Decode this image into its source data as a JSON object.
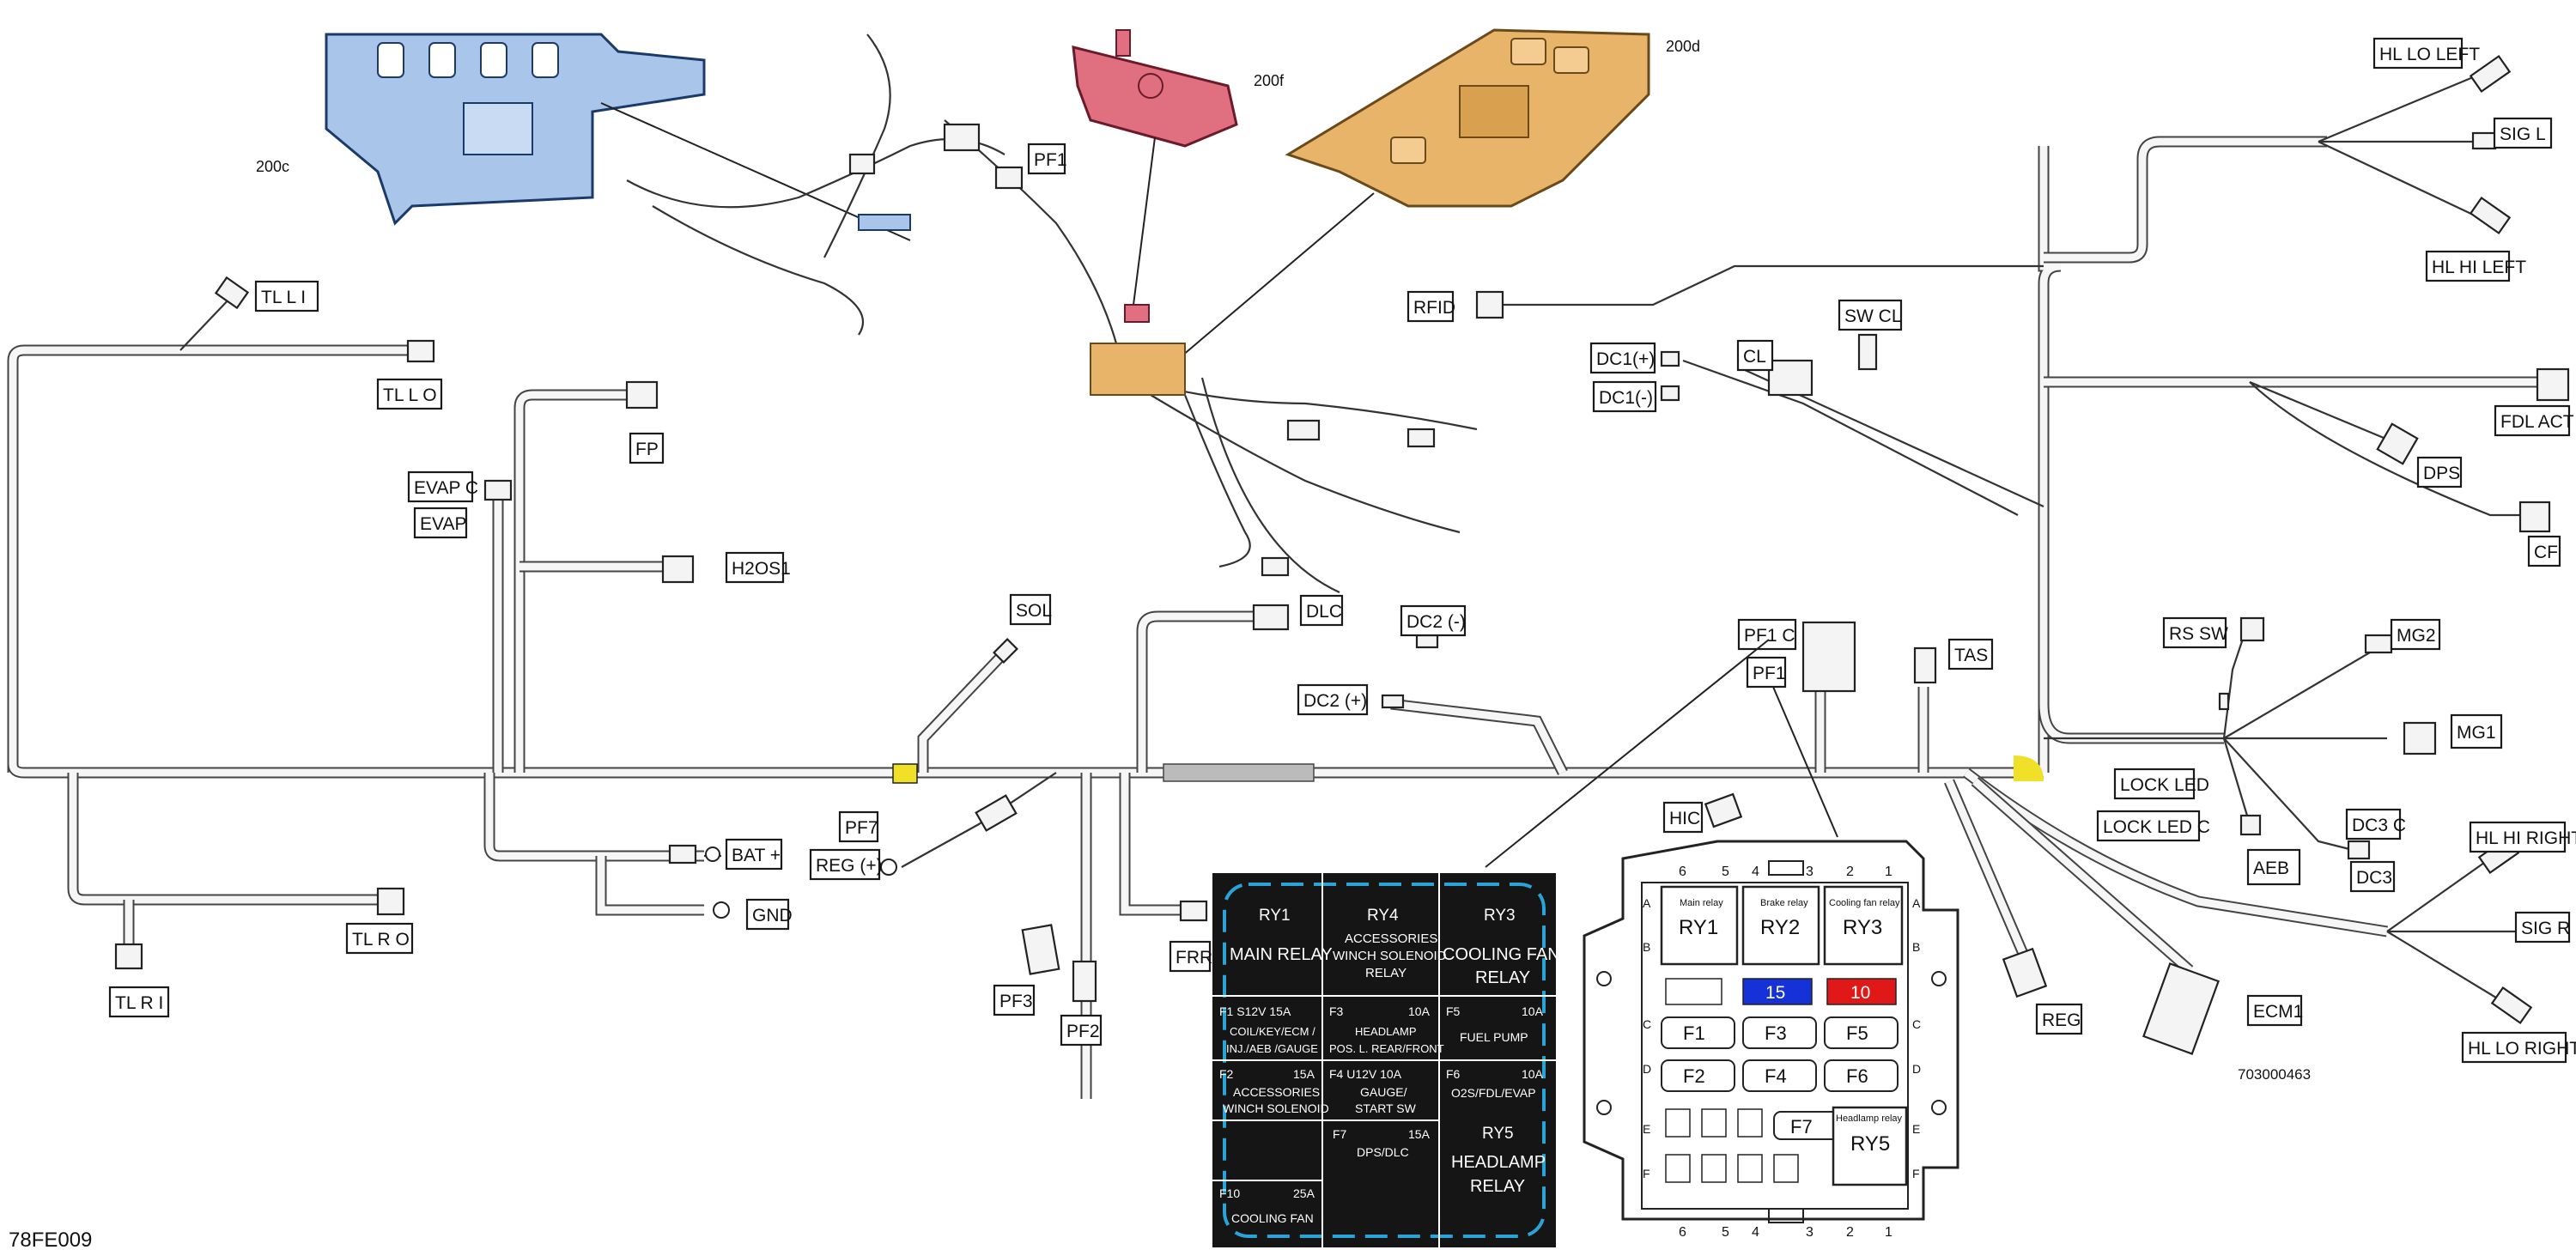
{
  "parts": {
    "p200c": "200c",
    "p200f": "200f",
    "p200d": "200d"
  },
  "labels": {
    "pf1_top": "PF1",
    "tl_l_i": "TL  L  I",
    "tl_l_o": "TL  L  O",
    "fp": "FP",
    "evap_c": "EVAP  C",
    "evap": "EVAP",
    "h20s1": "H2OS1",
    "sol": "SOL",
    "dlc": "DLC",
    "dc2_minus": "DC2 (-)",
    "dc2_plus": "DC2 (+)",
    "pf1_c": "PF1  C",
    "pf1": "PF1",
    "tas": "TAS",
    "rfid": "RFID",
    "dc1_plus": "DC1(+)",
    "dc1_minus": "DC1(-)",
    "cl": "CL",
    "sw_cl": "SW  CL",
    "hl_lo_left": "HL LO LEFT",
    "sig_l": "SIG  L",
    "hl_hi_left": "HL HI LEFT",
    "fdl_act": "FDL  ACT",
    "dps": "DPS",
    "cf": "CF",
    "rs_sw": "RS  SW",
    "mg2": "MG2",
    "mg1": "MG1",
    "lock_led": "LOCK LED",
    "lock_led_c": "LOCK LED  C",
    "dc3_c": "DC3  C",
    "dc3": "DC3",
    "aeb": "AEB",
    "hl_hi_right": "HL HI RIGHT",
    "sig_r": "SIG  R",
    "hl_lo_right": "HL LO RIGHT",
    "ecm1": "ECM1",
    "reg": "REG",
    "hic": "HIC",
    "pf7": "PF7",
    "reg_plus": "REG (+)",
    "bat_plus": "BAT +",
    "gnd": "GND",
    "tl_r_o": "TL  R  O",
    "tl_r_i": "TL  R  I",
    "frr": "FRR",
    "pf3": "PF3",
    "pf2": "PF2"
  },
  "codes": {
    "drawing_number": "703000463",
    "figure_code": "78FE009"
  },
  "fuse_panel": {
    "ry1_code": "RY1",
    "ry1_name": "MAIN RELAY",
    "ry4_code": "RY4",
    "ry4_line1": "ACCESSORIES",
    "ry4_line2": "WINCH SOLENOID",
    "ry4_line3": "RELAY",
    "ry3_code": "RY3",
    "ry3_line1": "COOLING FAN",
    "ry3_line2": "RELAY",
    "f1_head": "F1    S12V    15A",
    "f1_line1": "COIL/KEY/ECM /",
    "f1_line2": "INJ./AEB /GAUGE",
    "f3_head": "F3",
    "f3_amp": "10A",
    "f3_line1": "HEADLAMP",
    "f3_line2": "POS. L. REAR/FRONT",
    "f5_head": "F5",
    "f5_amp": "10A",
    "f5_line1": "FUEL PUMP",
    "f2_head": "F2",
    "f2_amp": "15A",
    "f2_line1": "ACCESSORIES",
    "f2_line2": "WINCH SOLENOID",
    "f4_head": "F4   U12V   10A",
    "f4_line1": "GAUGE/",
    "f4_line2": "START SW",
    "f6_head": "F6",
    "f6_amp": "10A",
    "f6_line1": "O2S/FDL/EVAP",
    "f7_head": "F7",
    "f7_amp": "15A",
    "f7_line1": "DPS/DLC",
    "ry5_code": "RY5",
    "ry5_line1": "HEADLAMP",
    "ry5_line2": "RELAY",
    "f10_head": "F10",
    "f10_amp": "25A",
    "f10_line1": "COOLING FAN"
  },
  "fuse_box": {
    "ry1_caption": "Main relay",
    "ry1": "RY1",
    "ry2_caption": "Brake relay",
    "ry2": "RY2",
    "ry3_caption": "Cooling fan relay",
    "ry3": "RY3",
    "spare15": "15",
    "spare10": "10",
    "f1": "F1",
    "f3": "F3",
    "f5": "F5",
    "f2": "F2",
    "f4": "F4",
    "f6": "F6",
    "f7": "F7",
    "ry5_caption": "Headlamp relay",
    "ry5": "RY5",
    "col6": "6",
    "col5": "5",
    "col4": "4",
    "col3": "3",
    "col2": "2",
    "col1": "1",
    "rowA": "A",
    "rowB": "B",
    "rowC": "C",
    "rowD": "D",
    "rowE": "E",
    "rowF": "F"
  },
  "colors": {
    "panel_bg": "#151515",
    "panel_dash": "#2aa3d8",
    "spare15_bg": "#1432d8",
    "spare10_bg": "#e01818",
    "bracket_200c": "#a9c6ea",
    "cover_200f": "#e07080",
    "tray_200d": "#e8b46a",
    "marker_yellow": "#f0e028",
    "marker_red": "#d82020"
  }
}
